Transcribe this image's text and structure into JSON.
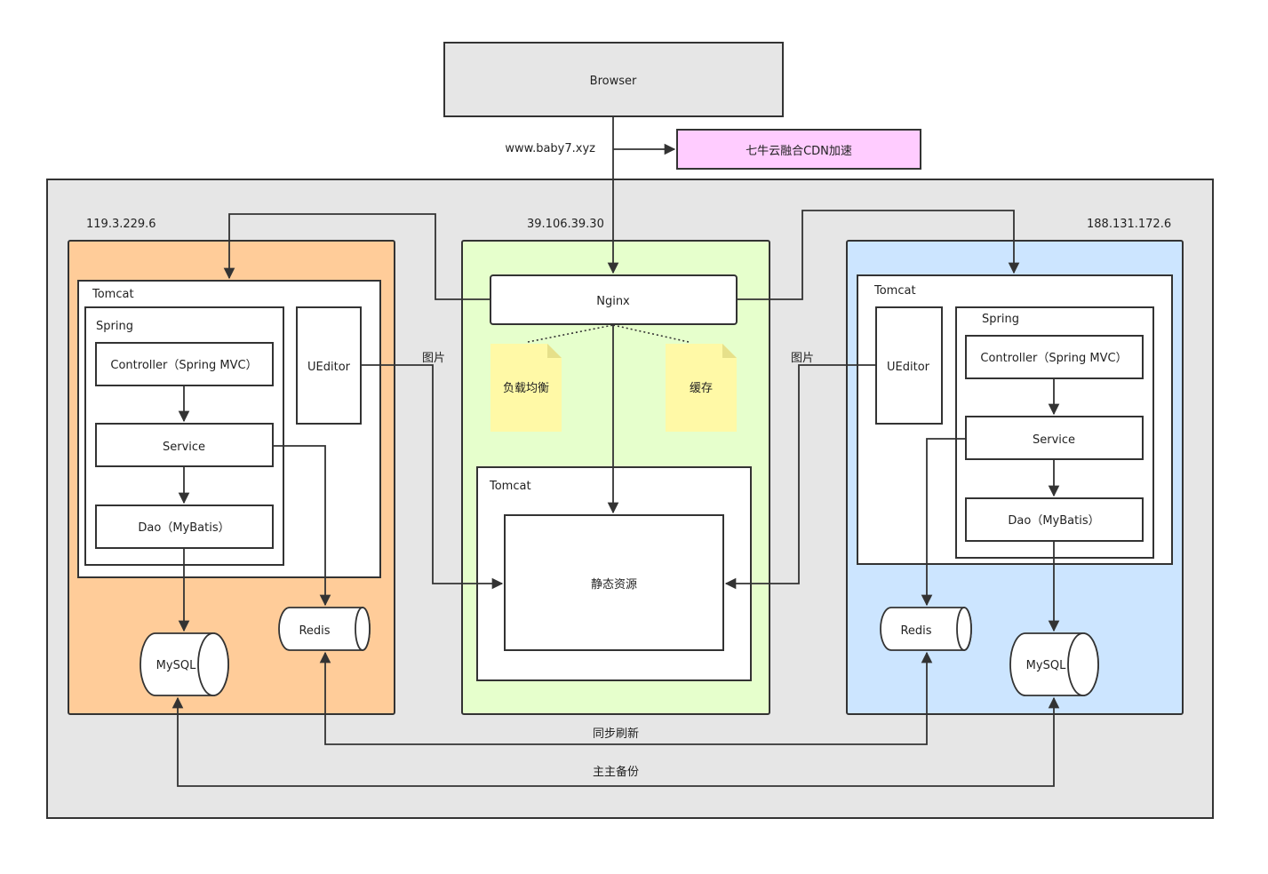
{
  "browser": {
    "label": "Browser"
  },
  "domain": {
    "label": "www.baby7.xyz"
  },
  "cdn": {
    "label": "七牛云融合CDN加速",
    "color": "#ffccff"
  },
  "servers": {
    "left": {
      "ip": "119.3.229.6",
      "color": "#ffcc99",
      "tomcat": "Tomcat",
      "spring": "Spring",
      "controller": "Controller（Spring MVC）",
      "service": "Service",
      "dao": "Dao（MyBatis）",
      "ueditor": "UEditor",
      "mysql": "MySQL",
      "redis": "Redis"
    },
    "center": {
      "ip": "39.106.39.30",
      "color": "#e6ffcc",
      "nginx": "Nginx",
      "note_lb": "负载均衡",
      "note_cache": "缓存",
      "tomcat": "Tomcat",
      "static": "静态资源"
    },
    "right": {
      "ip": "188.131.172.6",
      "color": "#cce5ff",
      "tomcat": "Tomcat",
      "spring": "Spring",
      "controller": "Controller（Spring MVC）",
      "service": "Service",
      "dao": "Dao（MyBatis）",
      "ueditor": "UEditor",
      "mysql": "MySQL",
      "redis": "Redis"
    }
  },
  "edges": {
    "image_left": "图片",
    "image_right": "图片",
    "sync": "同步刷新",
    "backup": "主主备份"
  },
  "colors": {
    "outer": "#e6e6e6",
    "browser": "#e6e6e6",
    "note": "#fff9a6",
    "note_fold": "#e6e08a"
  }
}
